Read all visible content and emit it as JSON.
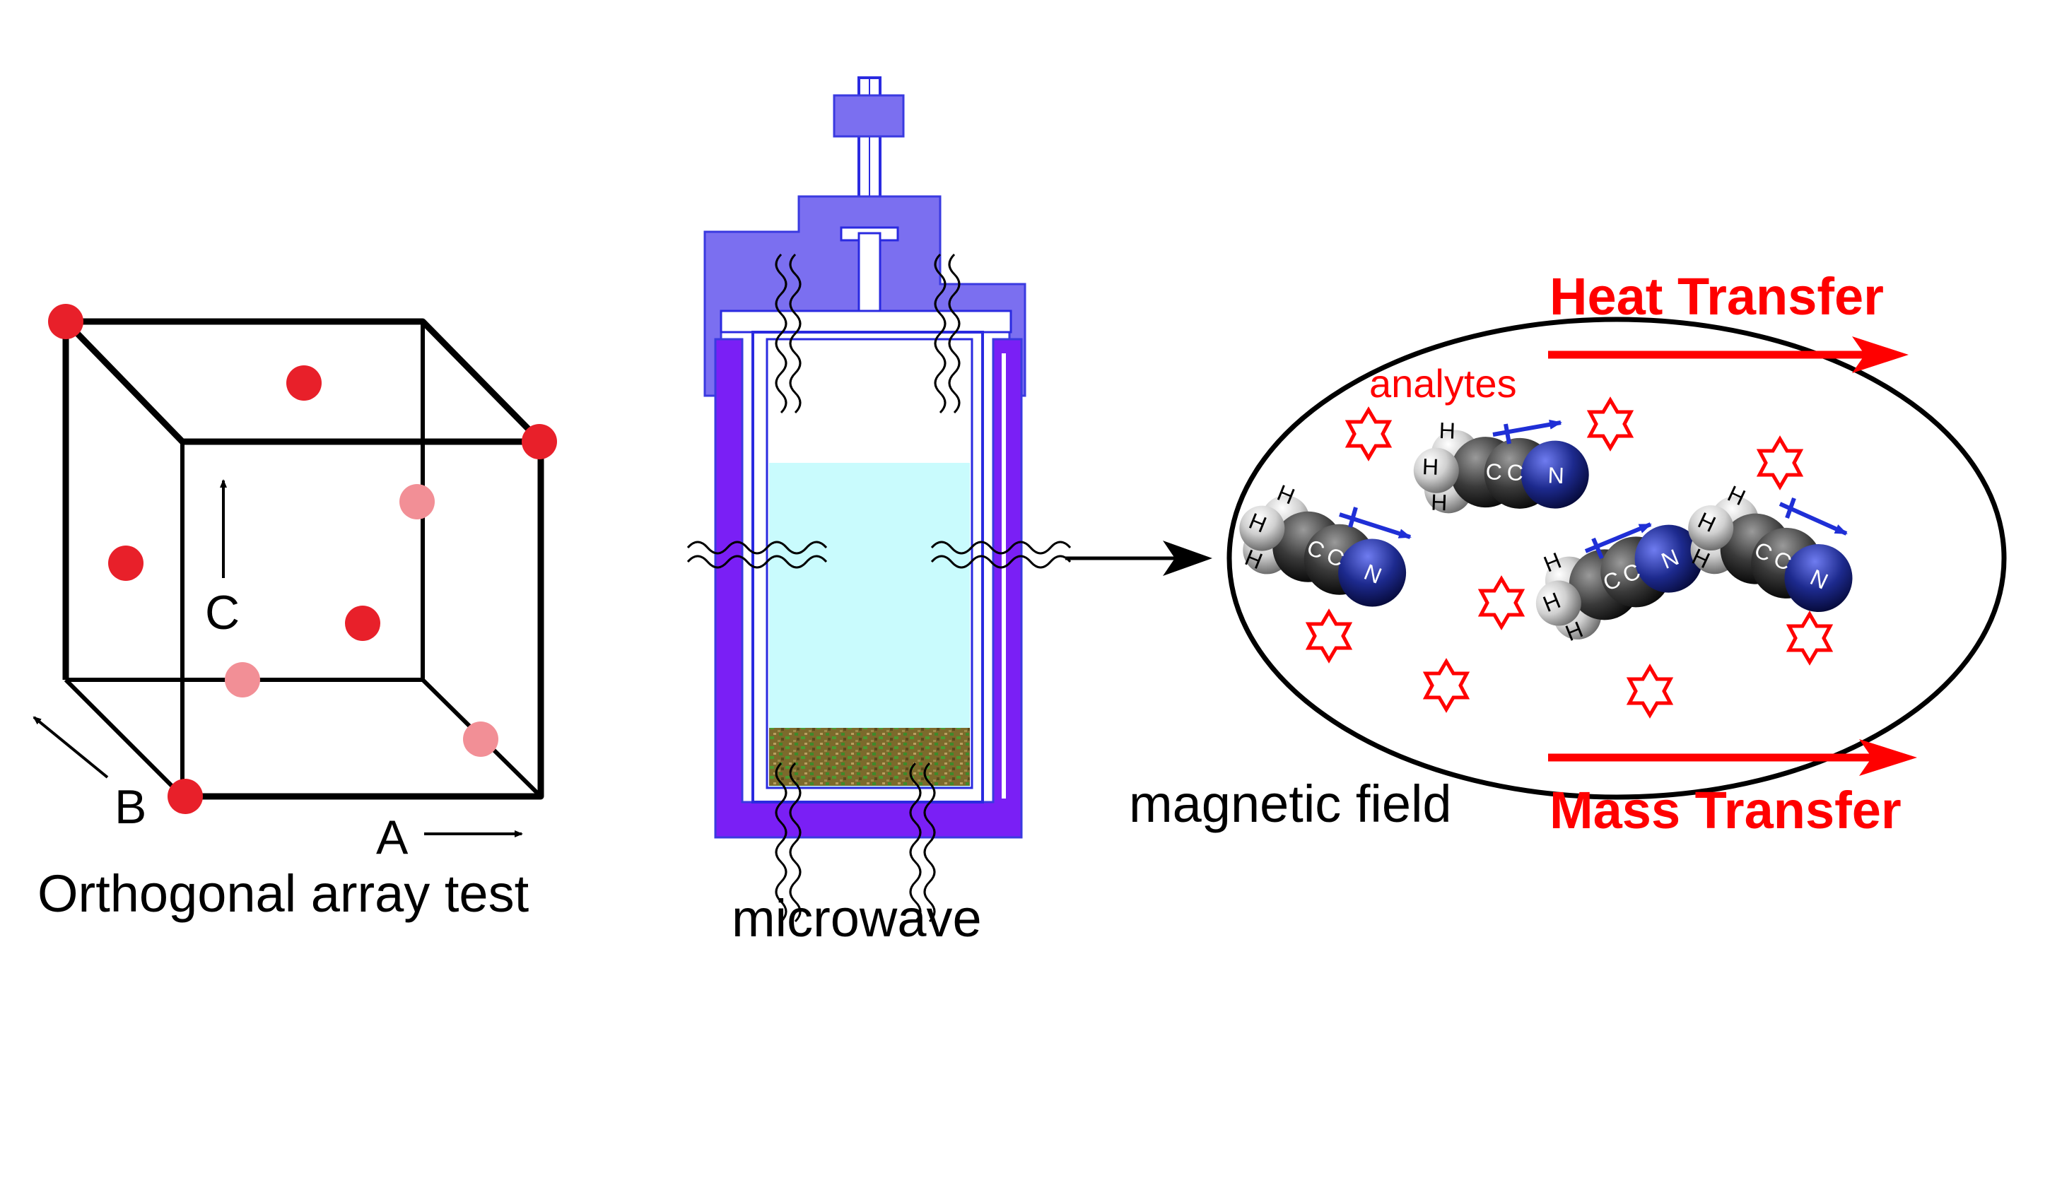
{
  "cube": {
    "caption": "Orthogonal array test",
    "axis_a": "A",
    "axis_b": "B",
    "axis_c": "C"
  },
  "vessel": {
    "caption": "microwave"
  },
  "reaction": {
    "magnetic_label": "magnetic field",
    "analytes_label": "analytes",
    "heat_label": "Heat Transfer",
    "mass_label": "Mass Transfer",
    "molecules": [
      {
        "h1": "H",
        "h2": "H",
        "h3": "H",
        "c1": "C",
        "c2": "C",
        "n": "N"
      },
      {
        "h1": "H",
        "h2": "H",
        "h3": "H",
        "c1": "C",
        "c2": "C",
        "n": "N"
      },
      {
        "h1": "H",
        "h2": "H",
        "h3": "H",
        "c1": "C",
        "c2": "C",
        "n": "N"
      },
      {
        "h1": "H",
        "h2": "H",
        "h3": "H",
        "c1": "C",
        "c2": "C",
        "n": "N"
      }
    ]
  },
  "colors": {
    "red": "#ff0000",
    "point_red": "#e8202a",
    "point_faded": "#f28f96",
    "vessel_blue": "#7b6ff0",
    "vessel_violet": "#7a1ff5",
    "liquid": "#c9fbfd",
    "dipole_blue": "#1f2fd6",
    "nitrogen": "#1d2a8e"
  }
}
